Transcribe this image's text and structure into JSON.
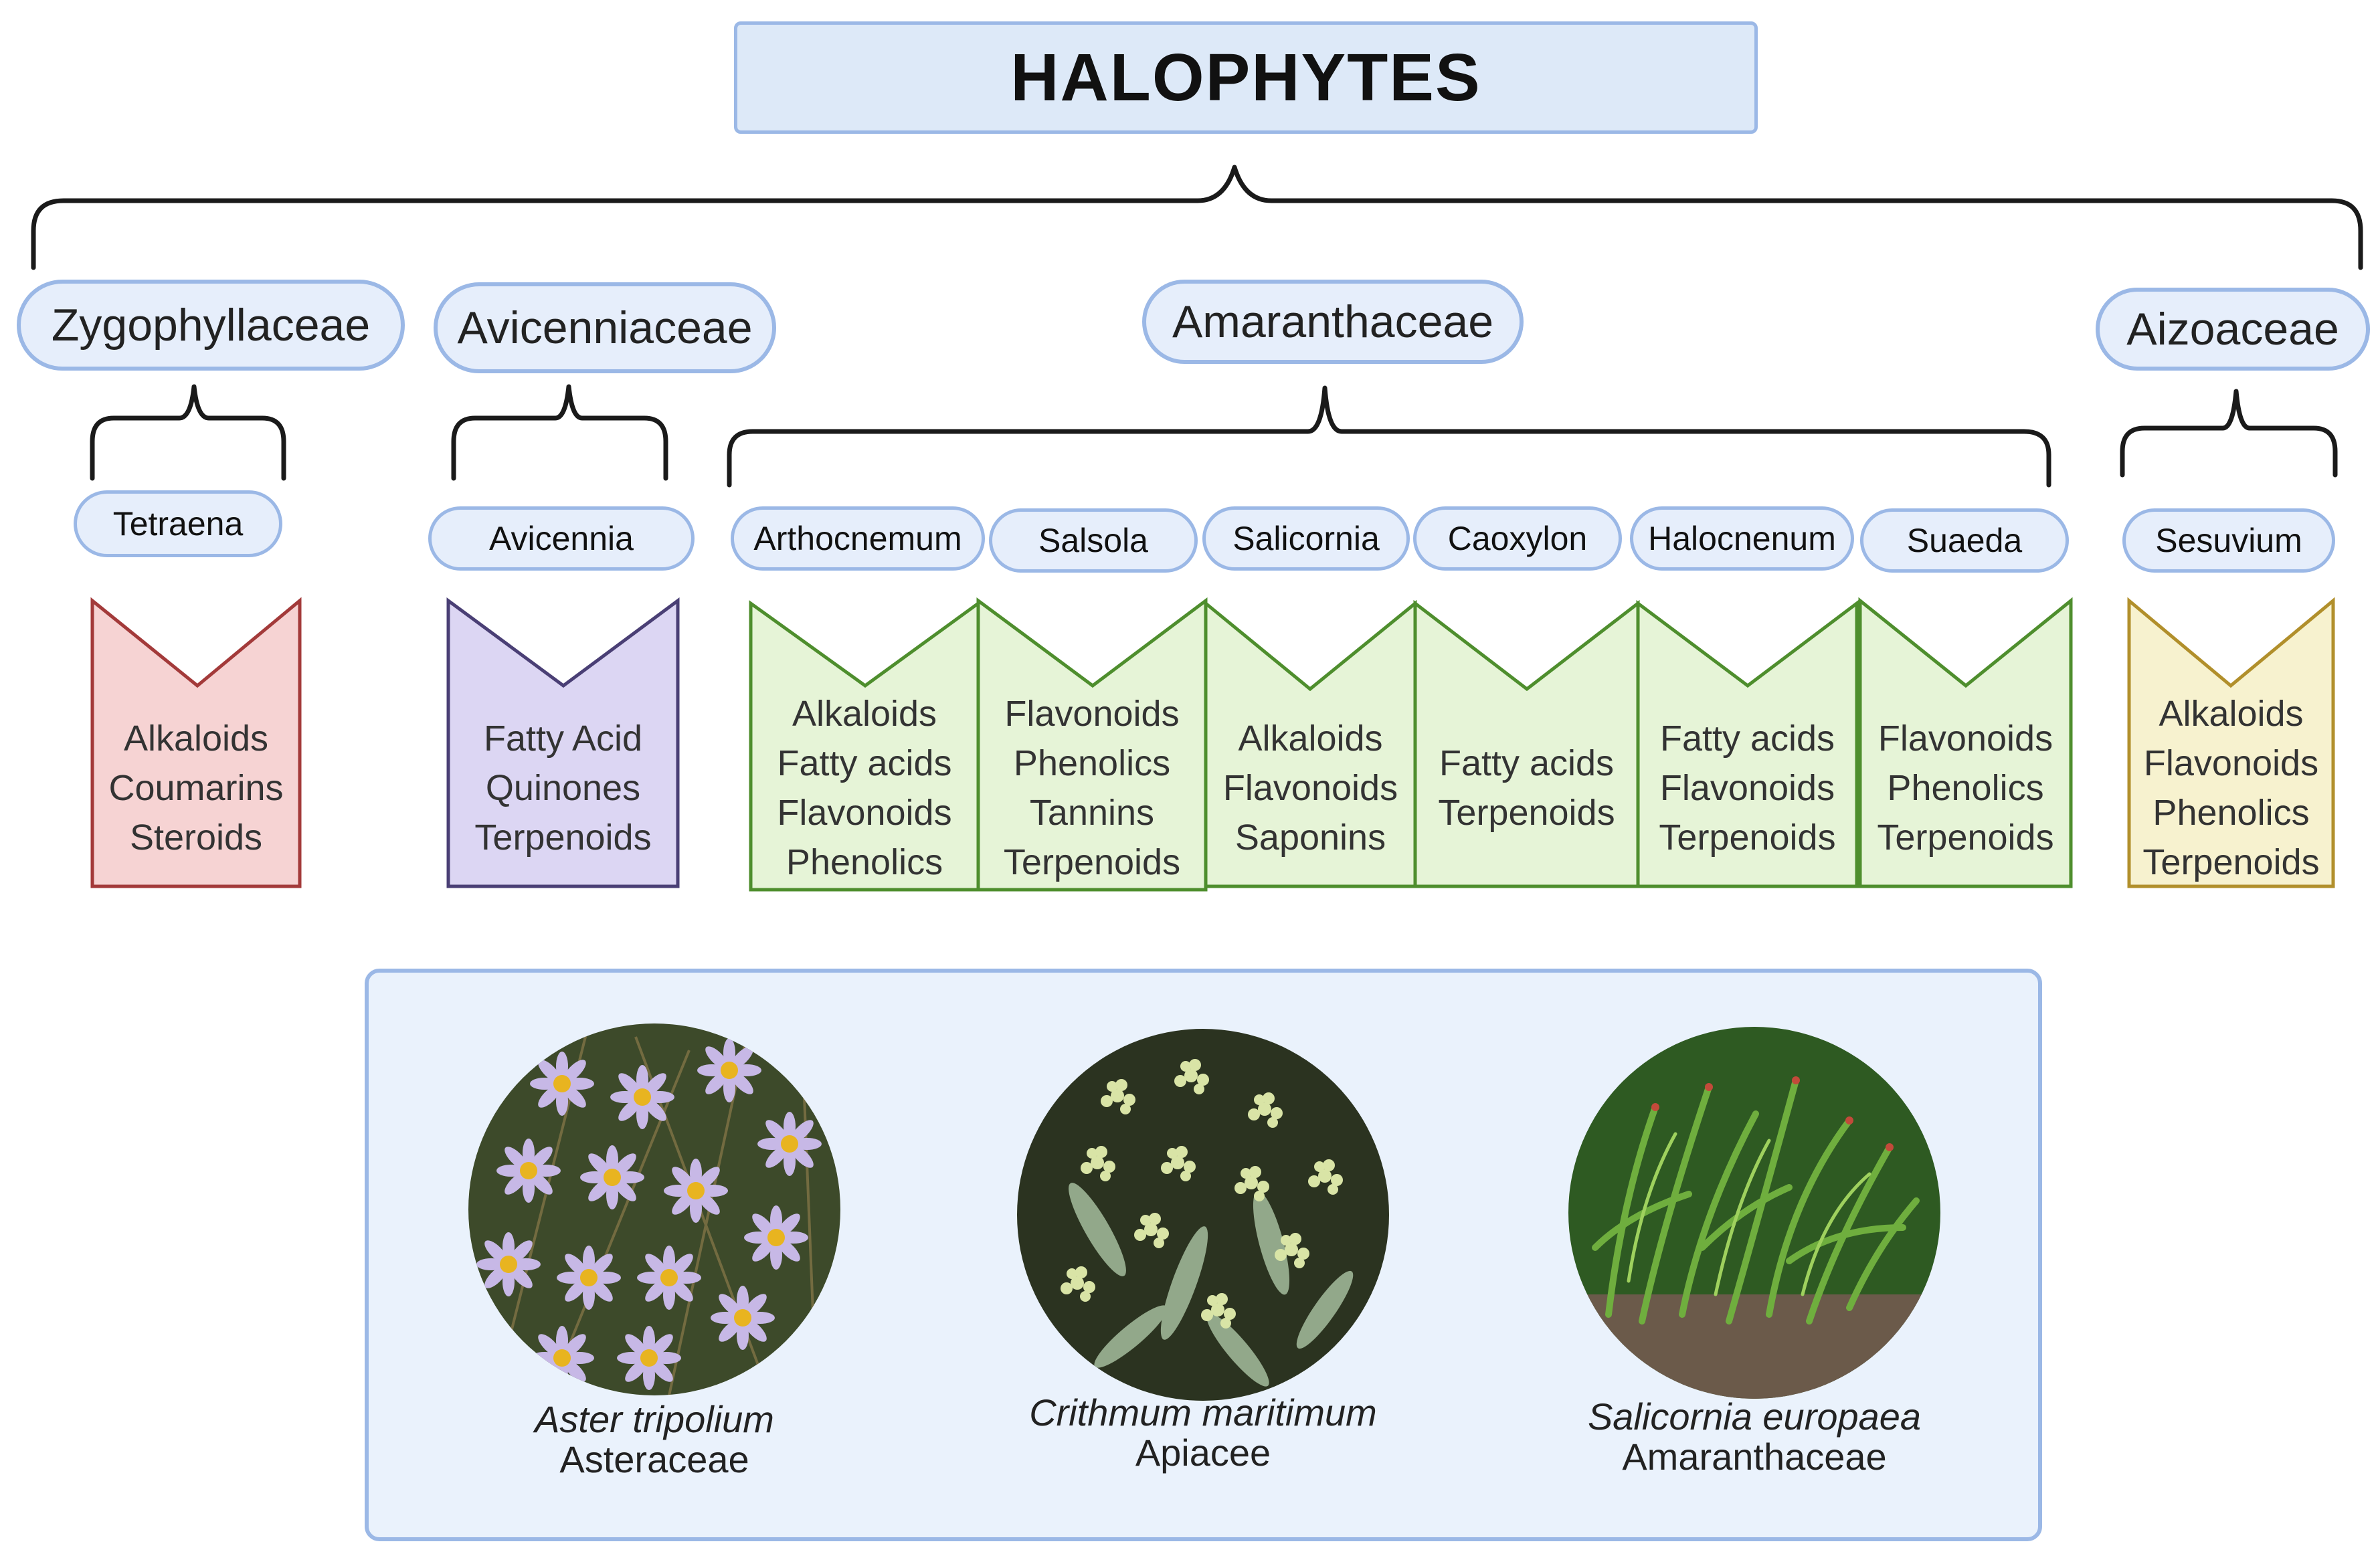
{
  "title": "HALOPHYTES",
  "families": [
    {
      "name": "Zygophyllaceae",
      "genera": [
        {
          "name": "Tetraena",
          "compounds": [
            "Alkaloids",
            "Coumarins",
            "Steroids"
          ]
        }
      ]
    },
    {
      "name": "Avicenniaceae",
      "genera": [
        {
          "name": "Avicennia",
          "compounds": [
            "Fatty Acid",
            "Quinones",
            "Terpenoids"
          ]
        }
      ]
    },
    {
      "name": "Amaranthaceae",
      "genera": [
        {
          "name": "Arthocnemum",
          "compounds": [
            "Alkaloids",
            "Fatty acids",
            "Flavonoids",
            "Phenolics"
          ]
        },
        {
          "name": "Salsola",
          "compounds": [
            "Flavonoids",
            "Phenolics",
            "Tannins",
            "Terpenoids"
          ]
        },
        {
          "name": "Salicornia",
          "compounds": [
            "Alkaloids",
            "Flavonoids",
            "Saponins"
          ]
        },
        {
          "name": "Caoxylon",
          "compounds": [
            "Fatty acids",
            "Terpenoids"
          ]
        },
        {
          "name": "Halocnenum",
          "compounds": [
            "Fatty acids",
            "Flavonoids",
            "Terpenoids"
          ]
        },
        {
          "name": "Suaeda",
          "compounds": [
            "Flavonoids",
            "Phenolics",
            "Terpenoids"
          ]
        }
      ]
    },
    {
      "name": "Aizoaceae",
      "genera": [
        {
          "name": "Sesuvium",
          "compounds": [
            "Alkaloids",
            "Flavonoids",
            "Phenolics",
            "Terpenoids"
          ]
        }
      ]
    }
  ],
  "examples": [
    {
      "species": "Aster tripolium",
      "family": "Asteraceae",
      "photo_icon": "aster-flowers-photo"
    },
    {
      "species": "Crithmum maritimum",
      "family": "Apiacee",
      "photo_icon": "crithmum-plant-photo"
    },
    {
      "species": "Salicornia europaea",
      "family": "Amaranthaceae",
      "photo_icon": "salicornia-plant-photo"
    }
  ],
  "colors": {
    "box_blue": "#e6eefb",
    "border_blue": "#9bb8e6",
    "zygo_fill": "#f6d3d3",
    "zygo_stroke": "#a33a3a",
    "avic_fill": "#dcd6f3",
    "avic_stroke": "#4a3f75",
    "amar_fill": "#e6f4d7",
    "amar_stroke": "#4e8e2d",
    "aizo_fill": "#f7f2cf",
    "aizo_stroke": "#b18f2b",
    "bracket": "#1a1a1a"
  }
}
